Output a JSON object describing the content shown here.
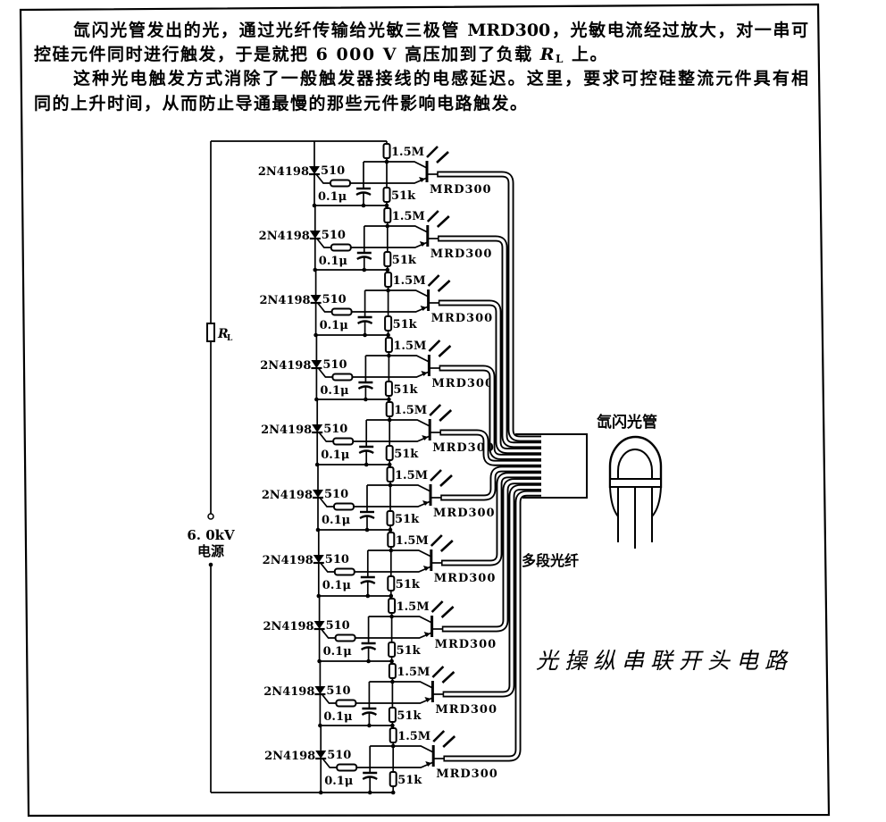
{
  "text": {
    "paragraph1": {
      "line1": "氙闪光管发出的光，通过光纤传输给光敏三极管 MRD300，光敏电流经过放大，对一串可",
      "line2_before": "控硅元件同时进行触发，于是就把 6 000 V 高压加到了负载 ",
      "load_symbol": "R",
      "load_subscript": "L",
      "line2_after": " 上。"
    },
    "paragraph2": {
      "line1": "这种光电触发方式消除了一般触发器接线的电感延迟。这里，要求可控硅整流元件具有相",
      "line2": "同的上升时间，从而防止导通最慢的那些元件影响电路触发。"
    }
  },
  "schematic": {
    "load_label": "R",
    "load_subscript": "L",
    "supply_voltage": "6. 0kV",
    "supply_label": "电源",
    "flash_tube_label": "氙闪光管",
    "fiber_label": "多段光纤",
    "title": "光操纵串联开头电路",
    "stages": [
      {
        "scr": "2N4198",
        "gate_resistor": "510",
        "capacitor": "0.1μ",
        "bias_resistor": "1.5M",
        "emitter_resistor": "51k",
        "phototransistor": "MRD300"
      },
      {
        "scr": "2N4198",
        "gate_resistor": "510",
        "capacitor": "0.1μ",
        "bias_resistor": "1.5M",
        "emitter_resistor": "51k",
        "phototransistor": "MRD300"
      },
      {
        "scr": "2N4198",
        "gate_resistor": "510",
        "capacitor": "0.1μ",
        "bias_resistor": "1.5M",
        "emitter_resistor": "51k",
        "phototransistor": "MRD300"
      },
      {
        "scr": "2N4198",
        "gate_resistor": "510",
        "capacitor": "0.1μ",
        "bias_resistor": "1.5M",
        "emitter_resistor": "51k",
        "phototransistor": "MRD300"
      },
      {
        "scr": "2N4198",
        "gate_resistor": "510",
        "capacitor": "0.1μ",
        "bias_resistor": "1.5M",
        "emitter_resistor": "51k",
        "phototransistor": "MRD300"
      },
      {
        "scr": "2N4198",
        "gate_resistor": "510",
        "capacitor": "0.1μ",
        "bias_resistor": "1.5M",
        "emitter_resistor": "51k",
        "phototransistor": "MRD300"
      },
      {
        "scr": "2N4198",
        "gate_resistor": "510",
        "capacitor": "0.1μ",
        "bias_resistor": "1.5M",
        "emitter_resistor": "51k",
        "phototransistor": "MRD300"
      },
      {
        "scr": "2N4198",
        "gate_resistor": "510",
        "capacitor": "0.1μ",
        "bias_resistor": "1.5M",
        "emitter_resistor": "51k",
        "phototransistor": "MRD300"
      },
      {
        "scr": "2N4198",
        "gate_resistor": "510",
        "capacitor": "0.1μ",
        "bias_resistor": "1.5M",
        "emitter_resistor": "51k",
        "phototransistor": "MRD300"
      },
      {
        "scr": "2N4198",
        "gate_resistor": "510",
        "capacitor": "0.1μ",
        "bias_resistor": "1.5M",
        "emitter_resistor": "51k",
        "phototransistor": "MRD300"
      }
    ]
  }
}
